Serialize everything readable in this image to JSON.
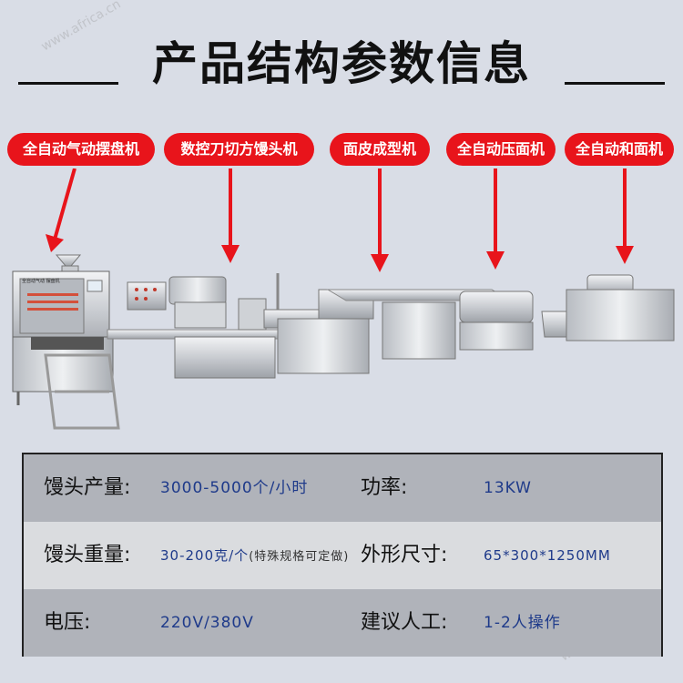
{
  "title": "产品结构参数信息",
  "labels": [
    "全自动气动摆盘机",
    "数控刀切方馒头机",
    "面皮成型机",
    "全自动压面机",
    "全自动和面机"
  ],
  "machine_panel_text": "全自动气动\n摆盘机",
  "specs": {
    "row1": {
      "label1": "馒头产量:",
      "value1": "3000-5000个/小时",
      "label2": "功率:",
      "value2": "13KW"
    },
    "row2": {
      "label1": "馒头重量:",
      "value1": "30-200克/个",
      "value1_note": "(特殊规格可定做)",
      "label2": "外形尺寸:",
      "value2": "65*300*1250MM"
    },
    "row3": {
      "label1": "电压:",
      "value1": "220V/380V",
      "label2": "建议人工:",
      "value2": "1-2人操作"
    }
  },
  "watermark": "www.africa.cn",
  "colors": {
    "label_bg": "#e8141b",
    "arrow": "#e8141b",
    "value_text": "#1e3a8a",
    "row_shade": "#b0b3ba"
  }
}
